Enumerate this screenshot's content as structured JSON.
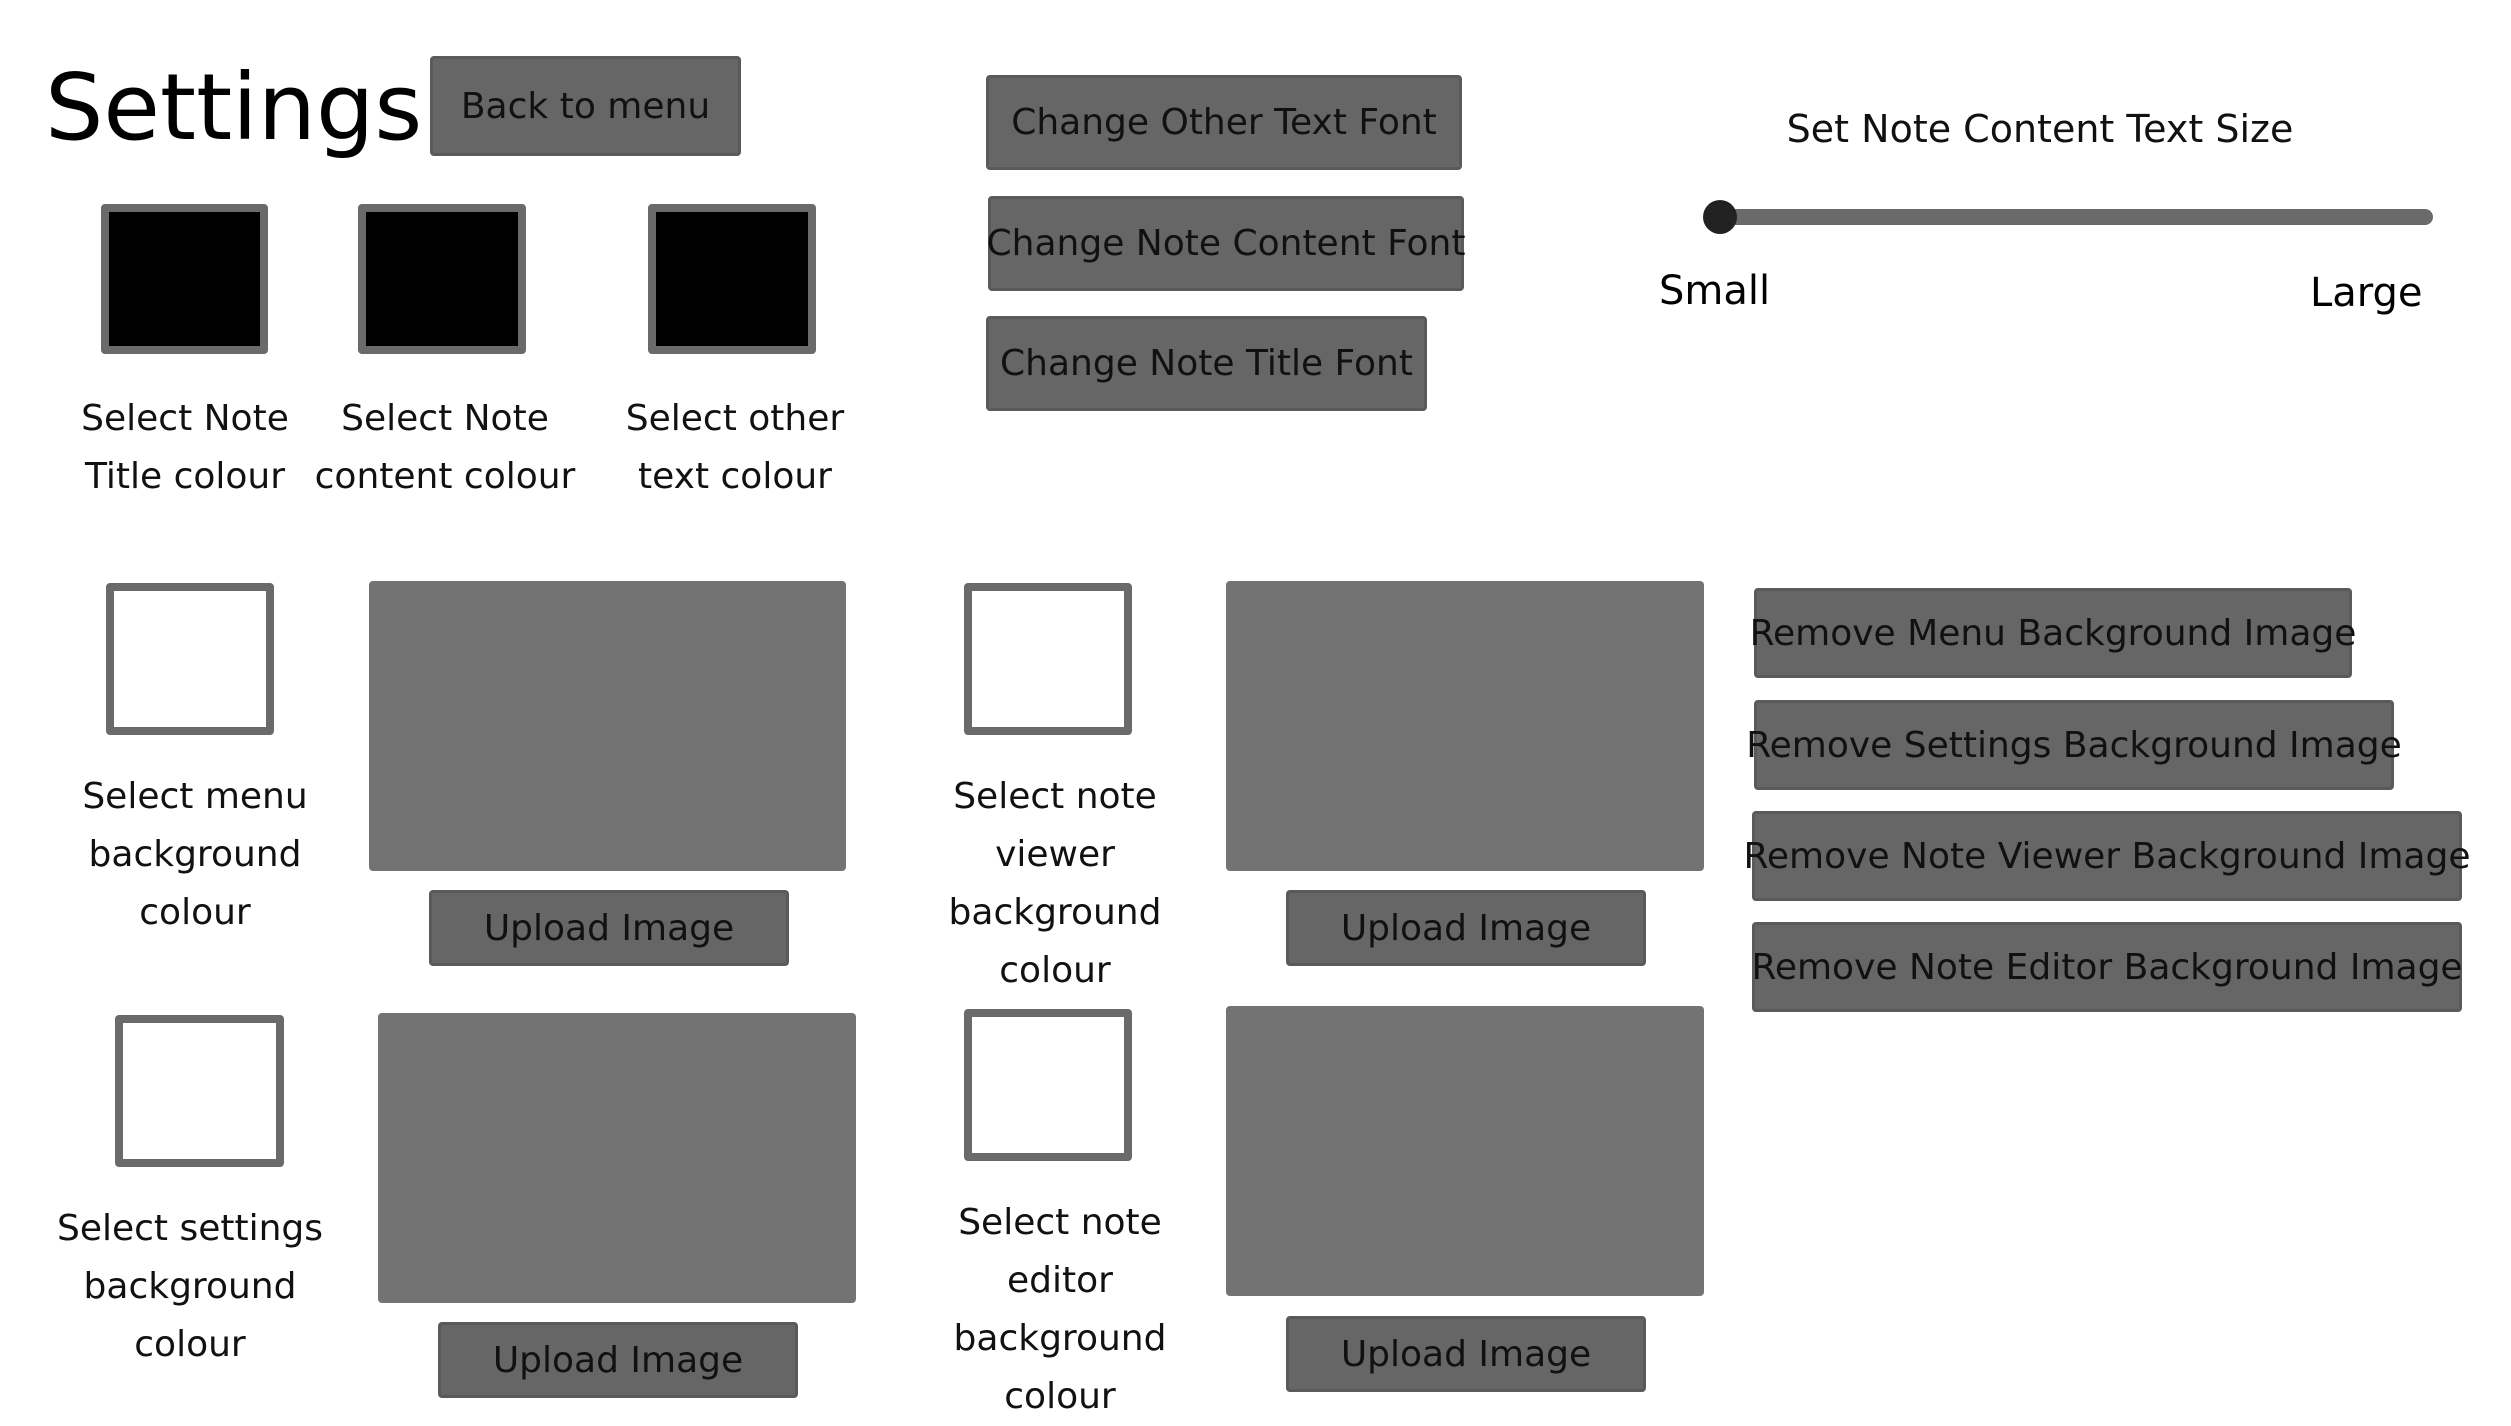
{
  "page": {
    "title": "Settings",
    "back_button": "Back to menu"
  },
  "colour_pickers": {
    "note_title": {
      "line1": "Select Note",
      "line2": "Title colour",
      "value": "#000000"
    },
    "note_content": {
      "line1": "Select Note",
      "line2": "content colour",
      "value": "#000000"
    },
    "other_text": {
      "line1": "Select other",
      "line2": "text colour",
      "value": "#000000"
    }
  },
  "font_buttons": {
    "other_text": "Change Other Text Font",
    "note_content": "Change Note Content Font",
    "note_title": "Change Note Title Font"
  },
  "text_size": {
    "label": "Set Note Content Text Size",
    "min_label": "Small",
    "max_label": "Large",
    "value": 0
  },
  "backgrounds": {
    "menu": {
      "lines": [
        "Select menu",
        "background",
        "colour"
      ],
      "upload": "Upload Image",
      "colour": "#ffffff"
    },
    "note_viewer": {
      "lines": [
        "Select note",
        "viewer",
        "background",
        "colour"
      ],
      "upload": "Upload Image",
      "colour": "#ffffff"
    },
    "settings": {
      "lines": [
        "Select settings",
        "background",
        "colour"
      ],
      "upload": "Upload Image",
      "colour": "#ffffff"
    },
    "note_editor": {
      "lines": [
        "Select note editor",
        "background",
        "colour"
      ],
      "upload": "Upload Image",
      "colour": "#ffffff"
    }
  },
  "remove_buttons": {
    "menu": "Remove Menu Background Image",
    "settings": "Remove Settings Background Image",
    "note_viewer": "Remove Note Viewer Background Image",
    "note_editor": "Remove Note Editor Background Image"
  },
  "colors": {
    "button_bg": "#666666",
    "preview_bg": "#737373",
    "swatch_border": "#6a6a6a"
  }
}
